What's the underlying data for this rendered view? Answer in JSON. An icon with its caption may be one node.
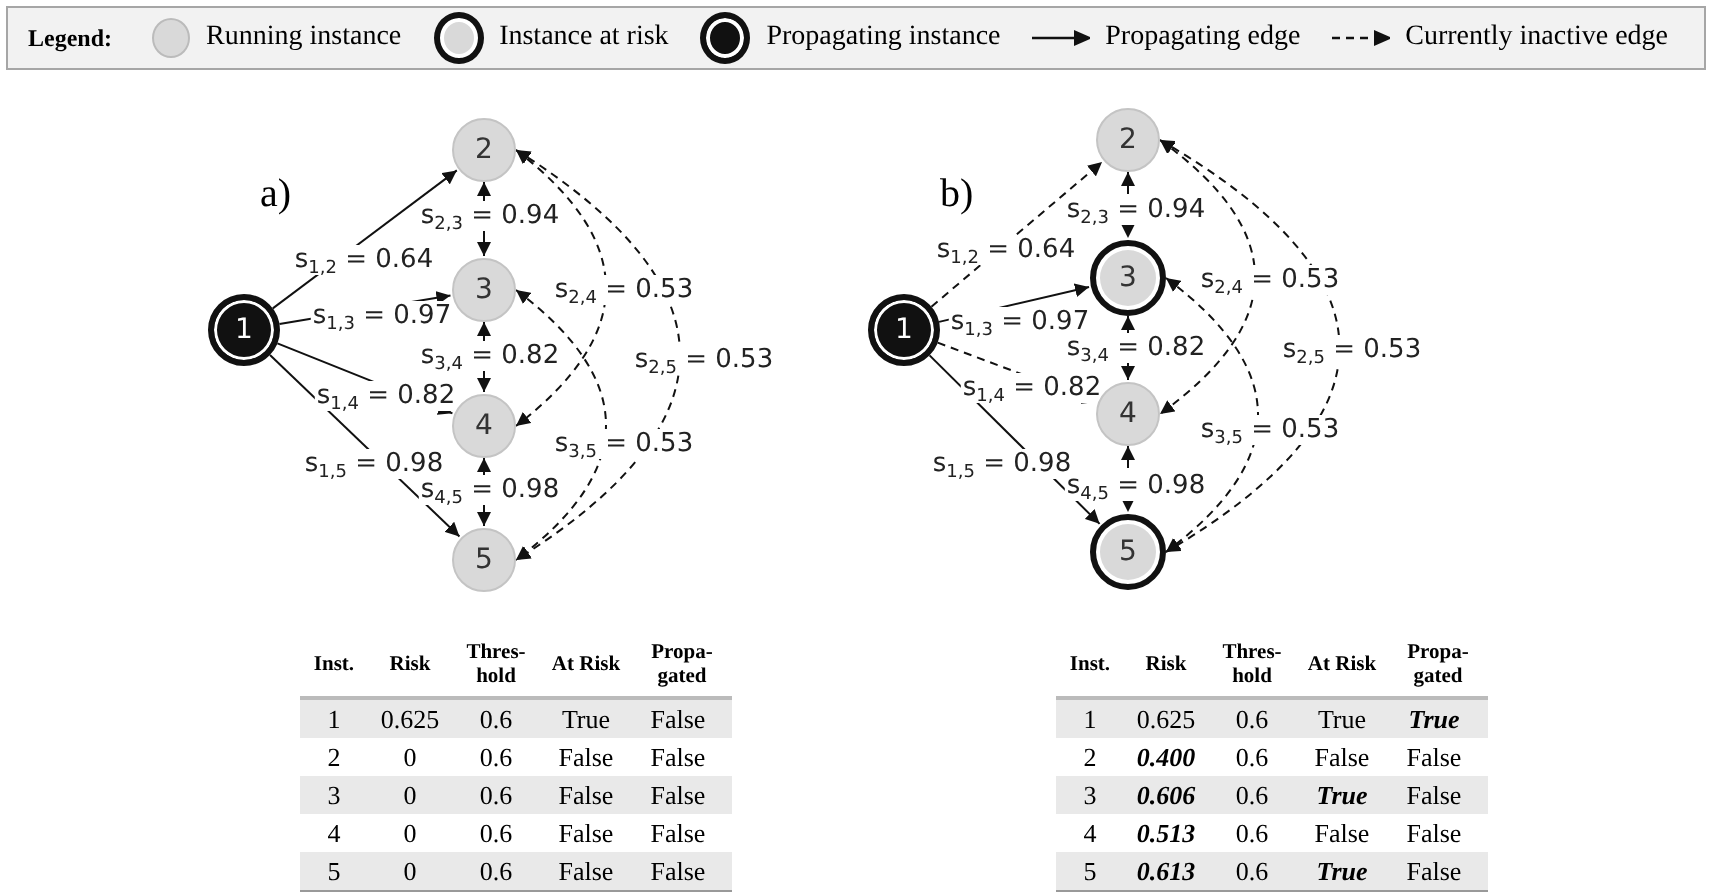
{
  "diagram": {
    "nodes": [
      {
        "text": [
          "1"
        ]
      },
      {
        "text": [
          "2"
        ]
      },
      {
        "text": [
          "3"
        ]
      },
      {
        "text": [
          "4"
        ]
      },
      {
        "text": [
          "5"
        ]
      },
      {
        "text": [
          "1"
        ]
      },
      {
        "text": [
          "2"
        ]
      },
      {
        "text": [
          "3"
        ]
      },
      {
        "text": [
          "4"
        ]
      },
      {
        "text": [
          "5"
        ]
      }
    ],
    "edges": [
      {
        "from": 0,
        "to": 1,
        "arrow": "to",
        "label": "s$_{1,2}$ = 0.64"
      },
      {
        "from": 0,
        "to": 2,
        "arrow": "to",
        "label": "s$_{1,3}$ = 0.97"
      },
      {
        "from": 0,
        "to": 3,
        "arrow": "to",
        "label": "s$_{1,4}$ = 0.82"
      },
      {
        "from": 0,
        "to": 4,
        "arrow": "to",
        "label": "s$_{1,5}$ = 0.98"
      },
      {
        "from": 1,
        "to": 2,
        "arrow": "both",
        "label": "s$_{2,3}$ = 0.94"
      },
      {
        "from": 2,
        "to": 3,
        "arrow": "both",
        "label": "s$_{3,4}$ = 0.82"
      },
      {
        "from": 3,
        "to": 4,
        "arrow": "both",
        "label": "s$_{4,5}$ = 0.98"
      },
      {
        "from": 1,
        "to": 3,
        "arrow": "both",
        "label": "s$_{2,4}$ = 0.53",
        "style": "dashed"
      },
      {
        "from": 2,
        "to": 4,
        "arrow": "both",
        "label": "s$_{3,5}$ = 0.53",
        "style": "dashed"
      },
      {
        "from": 1,
        "to": 4,
        "arrow": "both",
        "label": "s$_{2,5}$ = 0.53",
        "style": "dashed"
      },
      {
        "from": 5,
        "to": 6,
        "arrow": "to",
        "label": "s$_{1,2}$ = 0.64",
        "style": "dashed"
      },
      {
        "from": 5,
        "to": 7,
        "arrow": "to",
        "label": "s$_{1,3}$ = 0.97"
      },
      {
        "from": 5,
        "to": 8,
        "arrow": "to",
        "label": "s$_{1,4}$ = 0.82",
        "style": "dashed"
      },
      {
        "from": 5,
        "to": 9,
        "arrow": "to",
        "label": "s$_{1,5}$ = 0.98"
      },
      {
        "from": 6,
        "to": 7,
        "arrow": "both",
        "label": "s$_{2,3}$ = 0.94",
        "style": "dashed"
      },
      {
        "from": 7,
        "to": 8,
        "arrow": "both",
        "label": "s$_{3,4}$ = 0.82",
        "style": "dashed"
      },
      {
        "from": 8,
        "to": 9,
        "arrow": "both",
        "label": "s$_{4,5}$ = 0.98",
        "style": "dashed"
      },
      {
        "from": 6,
        "to": 8,
        "arrow": "both",
        "label": "s$_{2,4}$ = 0.53",
        "style": "dashed"
      },
      {
        "from": 7,
        "to": 9,
        "arrow": "both",
        "label": "s$_{3,5}$ = 0.53",
        "style": "dashed"
      },
      {
        "from": 6,
        "to": 9,
        "arrow": "both",
        "label": "s$_{2,5}$ = 0.53",
        "style": "dashed"
      }
    ],
    "labels": [
      "Legend:",
      "a)",
      "b)",
      "Inst.",
      "Risk",
      "Thres- hold",
      "At Risk",
      "Propa- gated",
      "1",
      "0.625",
      "0.6",
      "True",
      "False",
      "2",
      "0",
      "0.6",
      "False",
      "False",
      "3",
      "0",
      "0.6",
      "False",
      "False",
      "4",
      "0",
      "0.6",
      "False",
      "False",
      "5",
      "0",
      "0.6",
      "False",
      "False",
      "Inst.",
      "Risk",
      "Thres- hold",
      "At Risk",
      "Propa- gated",
      "1",
      "0.625",
      "0.6",
      "True",
      "True",
      "2",
      "0.400",
      "0.6",
      "False",
      "False",
      "3",
      "0.606",
      "0.6",
      "True",
      "False",
      "4",
      "0.513",
      "0.6",
      "False",
      "False",
      "5",
      "0.613",
      "0.6",
      "True",
      "False"
    ],
    "legend": [
      {
        "text": "Running instance"
      },
      {
        "text": "Instance at risk"
      },
      {
        "text": "Propagating instance"
      },
      {
        "text": "Propagating edge"
      },
      {
        "text": "Currently inactive edge"
      }
    ]
  }
}
